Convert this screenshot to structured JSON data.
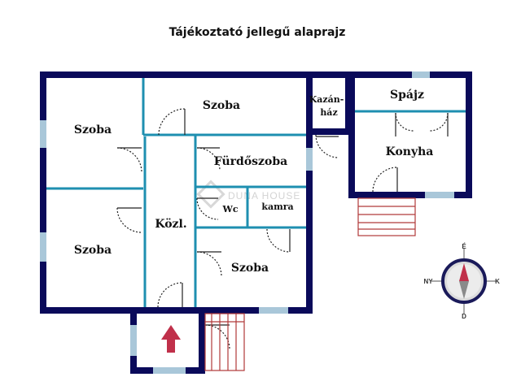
{
  "title": "Tájékoztató jellegű alaprajz",
  "rooms": {
    "szoba_top_left": "Szoba",
    "szoba_top": "Szoba",
    "kazanhaz_1": "Kazán-",
    "kazanhaz_2": "ház",
    "spajz": "Spájz",
    "konyha": "Konyha",
    "furdoszoba": "Fürdőszoba",
    "wc": "Wc",
    "kamra": "kamra",
    "kozl": "Közl.",
    "szoba_bottom_left": "Szoba",
    "szoba_bottom": "Szoba"
  },
  "watermark": "DUNA HOUSE",
  "compass": {
    "north": "É",
    "south": "D",
    "west": "NY",
    "east": "K"
  },
  "colors": {
    "wall": "#0a0a5a",
    "inner_wall": "#1e8fb0",
    "window": "#a9c7d9",
    "stairs": "#b03a3a",
    "arrow": "#c0304a"
  }
}
